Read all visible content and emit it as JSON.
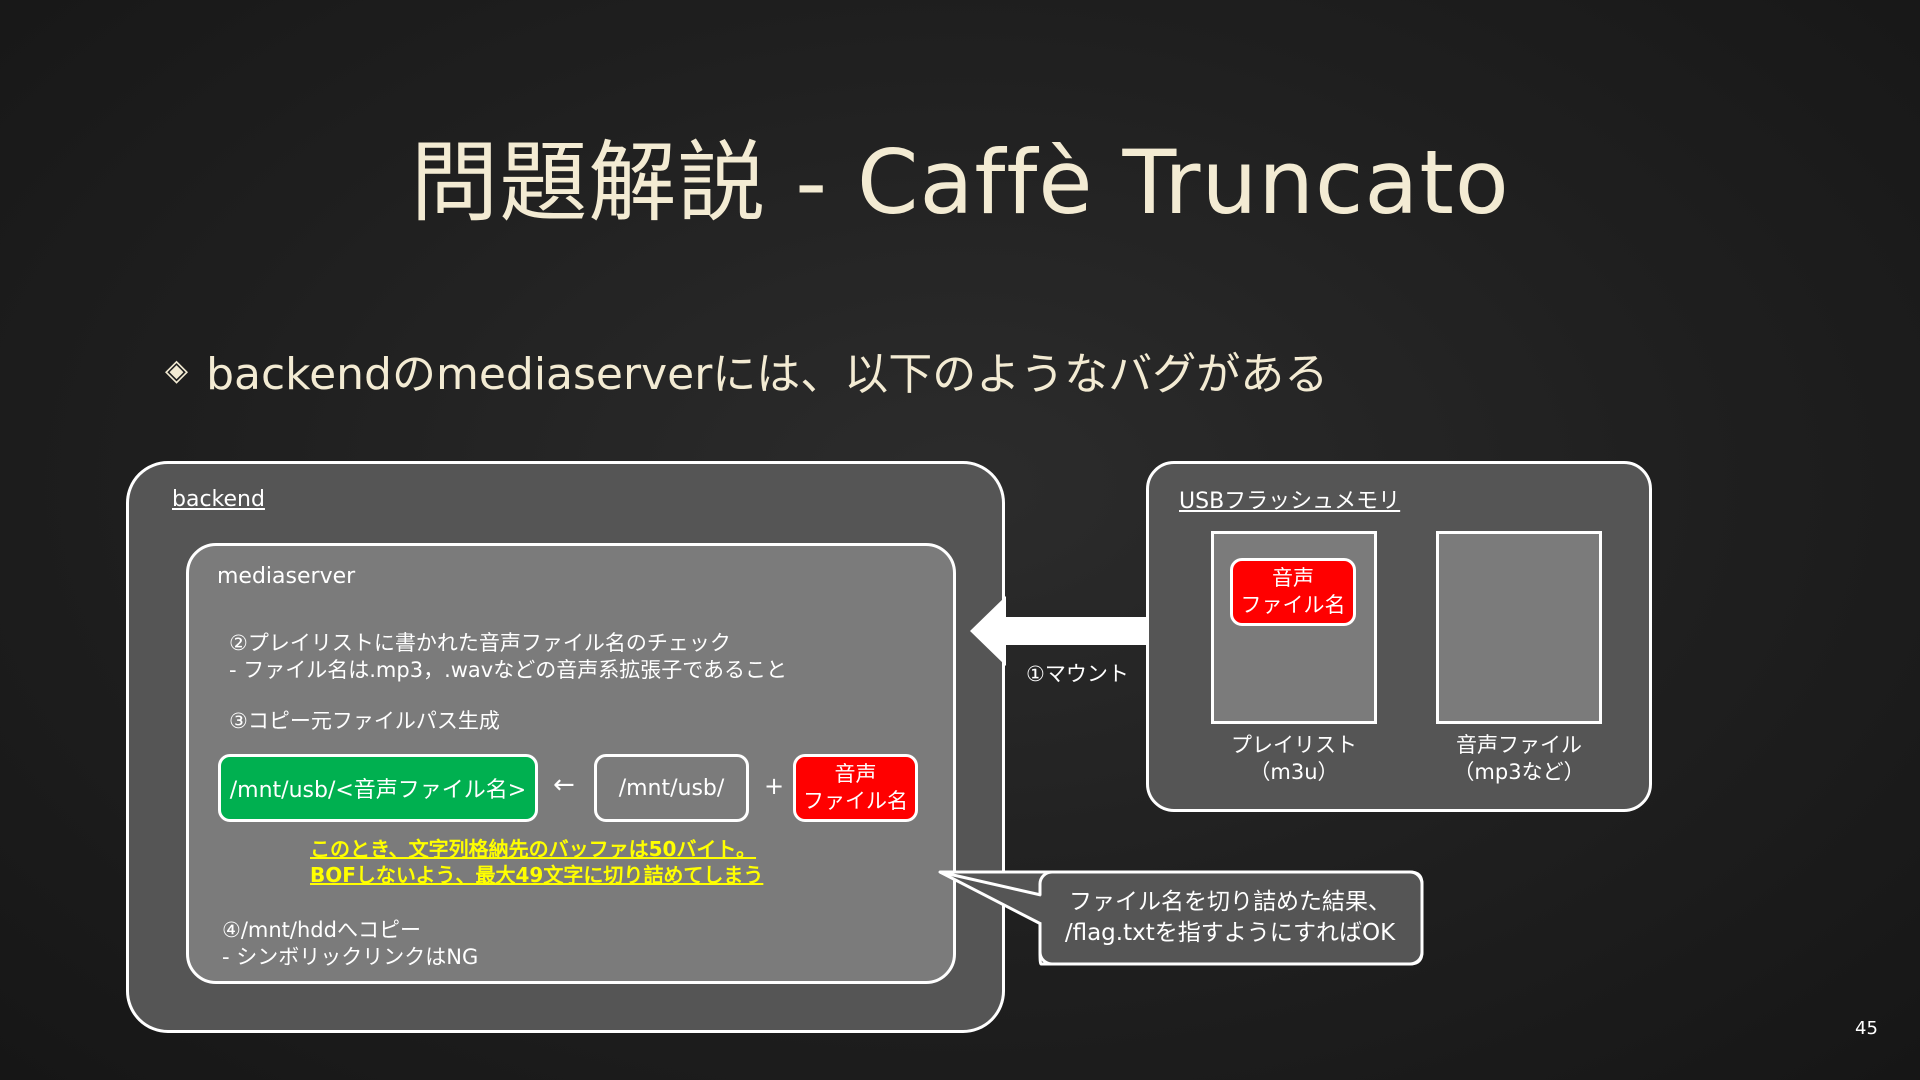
{
  "slide": {
    "title": "問題解説 - Caffè Truncato",
    "bullet_icon": "diamond-bullet-icon",
    "bullet_text": "backendのmediaserverには、以下のようなバグがある",
    "page_number": "45"
  },
  "backend": {
    "label": "backend",
    "mediaserver": {
      "label": "mediaserver",
      "step2_title": "②プレイリストに書かれた音声ファイル名のチェック",
      "step2_detail": "- ファイル名は.mp3，.wavなどの音声系拡張子であること",
      "step3_title": "③コピー元ファイルパス生成",
      "result_path": "/mnt/usb/<音声ファイル名>",
      "arrow_left": "←",
      "base_path": "/mnt/usb/",
      "plus": "+",
      "audio_name_line1": "音声",
      "audio_name_line2": "ファイル名",
      "warning_line1": "このとき、文字列格納先のバッファは50バイト。",
      "warning_line2": "BOFしないよう、最大49文字に切り詰めてしまう",
      "step4_title": "④/mnt/hddへコピー",
      "step4_detail": "- シンボリックリンクはNG"
    }
  },
  "mount": {
    "label": "①マウント"
  },
  "usb": {
    "label": "USBフラッシュメモリ",
    "playlist_tag_line1": "音声",
    "playlist_tag_line2": "ファイル名",
    "playlist_caption_line1": "プレイリスト",
    "playlist_caption_line2": "（m3u）",
    "audio_caption_line1": "音声ファイル",
    "audio_caption_line2": "（mp3など）"
  },
  "callout": {
    "line1": "ファイル名を切り詰めた結果、",
    "line2": "/flag.txtを指すようにすればOK"
  },
  "colors": {
    "background": "#1f1f1f",
    "title_text": "#f3ebd3",
    "outer_box": "#555555",
    "inner_box": "#7b7b7b",
    "result_green": "#00b050",
    "audio_red": "#ff0000",
    "warning_yellow": "#ffff00"
  }
}
